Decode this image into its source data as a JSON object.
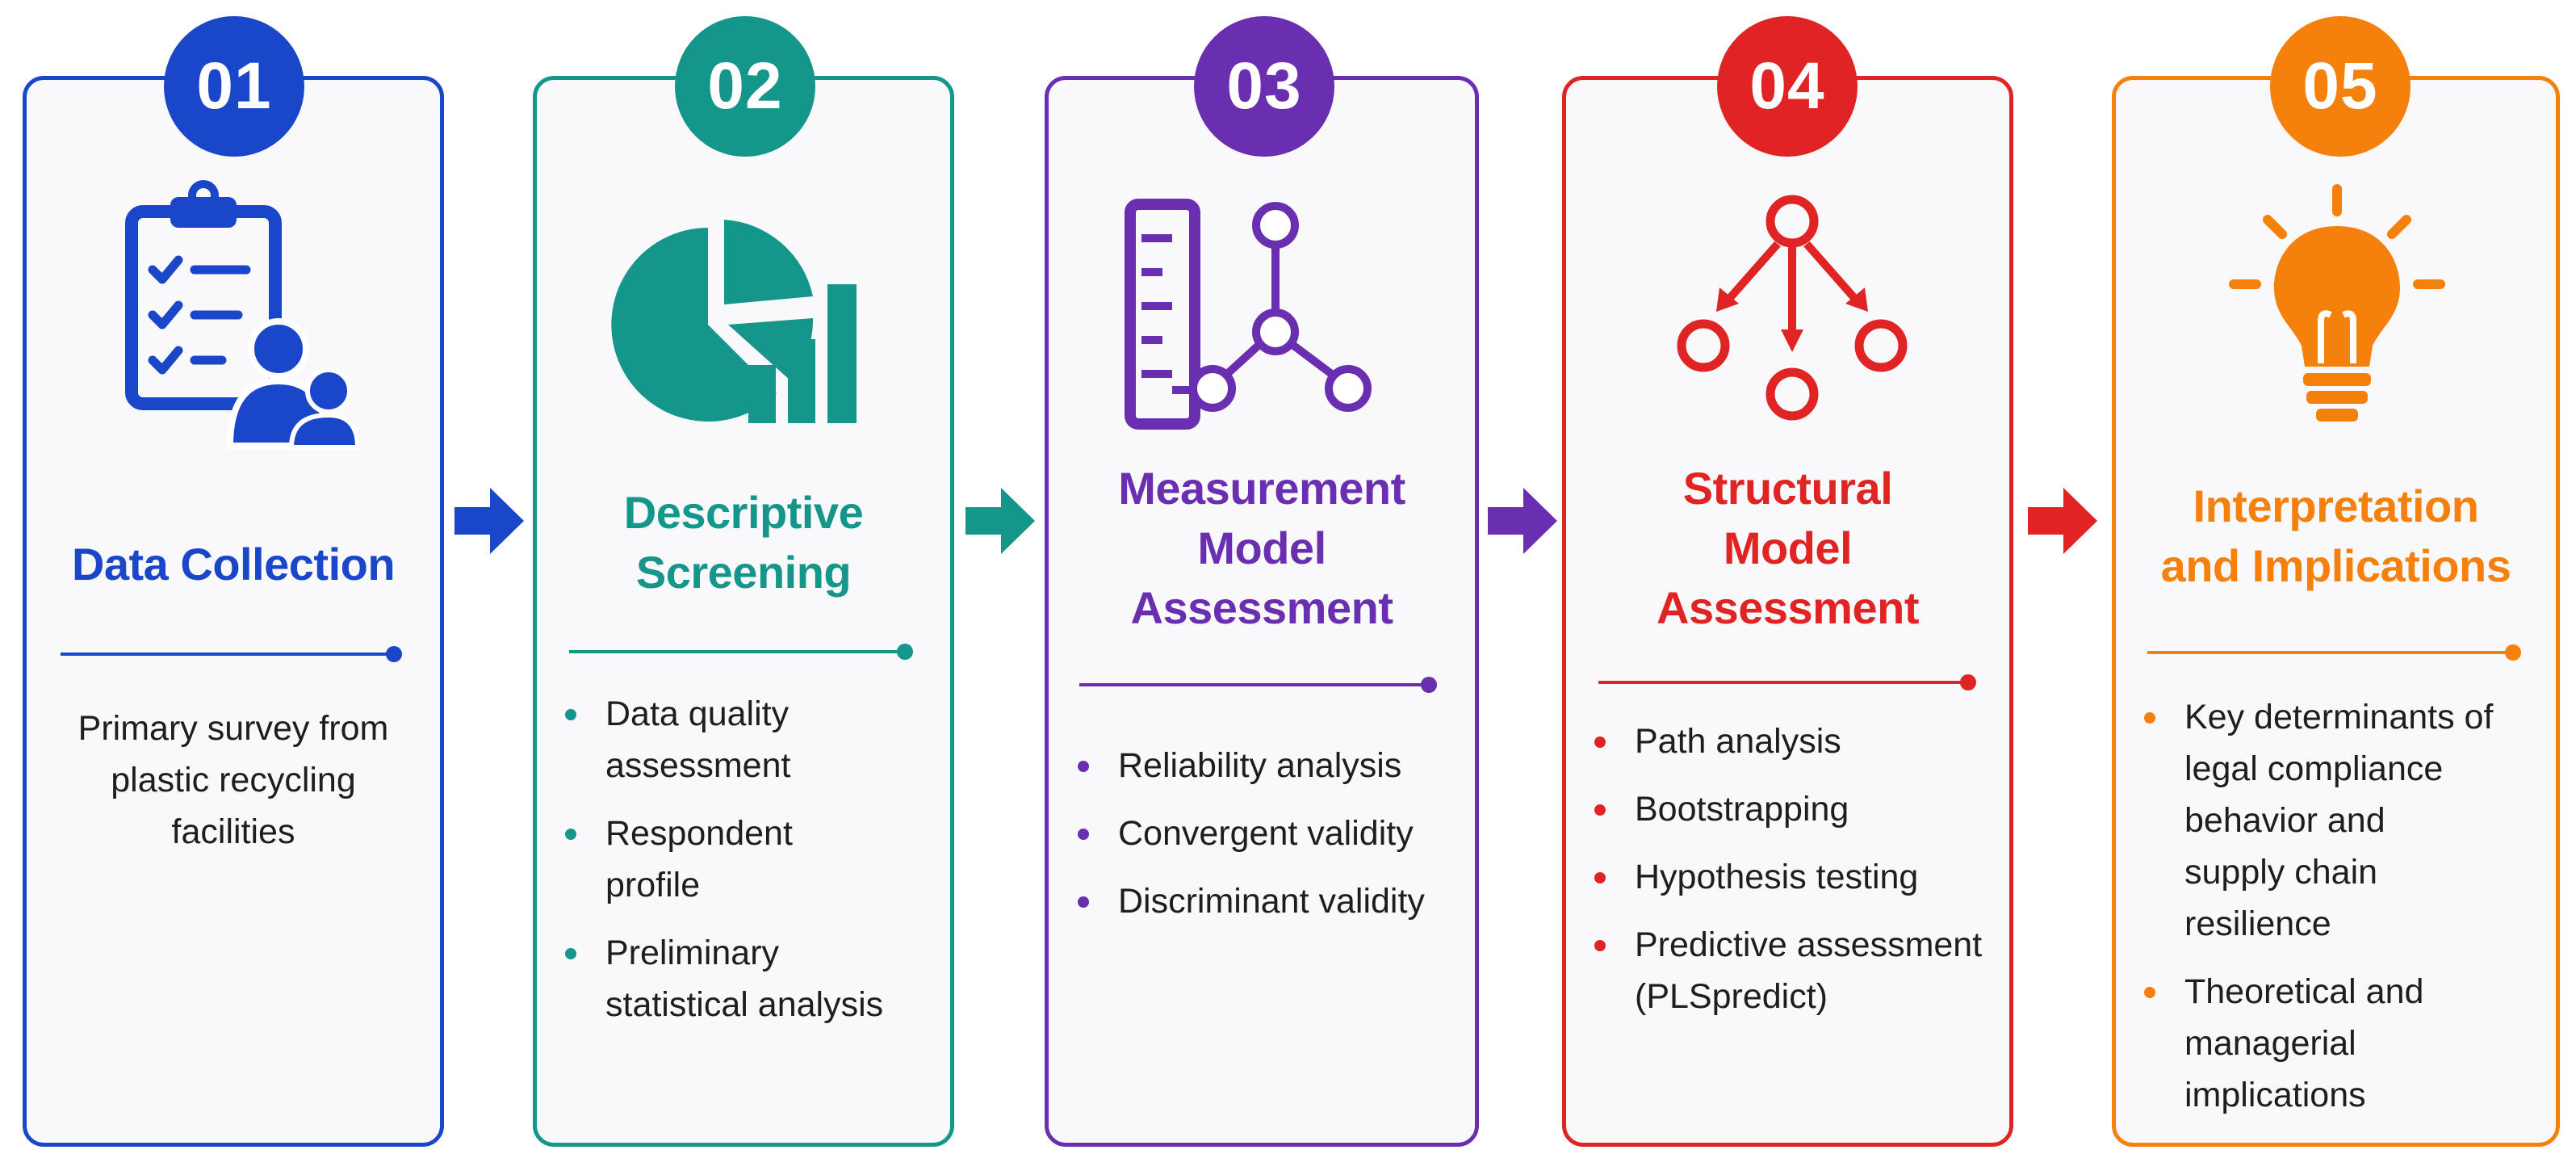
{
  "steps": [
    {
      "number": "01",
      "color": "#1a47c9",
      "icon": "clipboard-checklist-users-icon",
      "title_lines": [
        "Data Collection"
      ],
      "description_lines": [
        "Primary survey from",
        "plastic recycling",
        "facilities"
      ],
      "bullets": []
    },
    {
      "number": "02",
      "color": "#14968a",
      "icon": "pie-bar-chart-icon",
      "title_lines": [
        "Descriptive",
        "Screening"
      ],
      "description_lines": [],
      "bullets": [
        {
          "lines": [
            "Data quality",
            "assessment"
          ]
        },
        {
          "lines": [
            "Respondent",
            "profile"
          ]
        },
        {
          "lines": [
            "Preliminary",
            "statistical analysis"
          ]
        }
      ]
    },
    {
      "number": "03",
      "color": "#6a2fb0",
      "icon": "ruler-network-icon",
      "title_lines": [
        "Measurement",
        "Model",
        "Assessment"
      ],
      "description_lines": [],
      "bullets": [
        {
          "lines": [
            "Reliability analysis"
          ]
        },
        {
          "lines": [
            "Convergent validity"
          ]
        },
        {
          "lines": [
            "Discriminant validity"
          ]
        }
      ]
    },
    {
      "number": "04",
      "color": "#e02424",
      "icon": "path-diagram-icon",
      "title_lines": [
        "Structural",
        "Model",
        "Assessment"
      ],
      "description_lines": [],
      "bullets": [
        {
          "lines": [
            "Path analysis"
          ]
        },
        {
          "lines": [
            "Bootstrapping"
          ]
        },
        {
          "lines": [
            "Hypothesis testing"
          ]
        },
        {
          "lines": [
            "Predictive assessment",
            "(PLSpredict)"
          ]
        }
      ]
    },
    {
      "number": "05",
      "color": "#f5800b",
      "icon": "lightbulb-icon",
      "title_lines": [
        "Interpretation",
        "and Implications"
      ],
      "description_lines": [],
      "bullets": [
        {
          "lines": [
            "Key determinants of",
            "legal compliance",
            "behavior and",
            "supply chain",
            "resilience"
          ]
        },
        {
          "lines": [
            "Theoretical and",
            "managerial",
            "implications"
          ]
        }
      ]
    }
  ],
  "arrow_colors": [
    "#1a47c9",
    "#14968a",
    "#6a2fb0",
    "#e02424"
  ]
}
